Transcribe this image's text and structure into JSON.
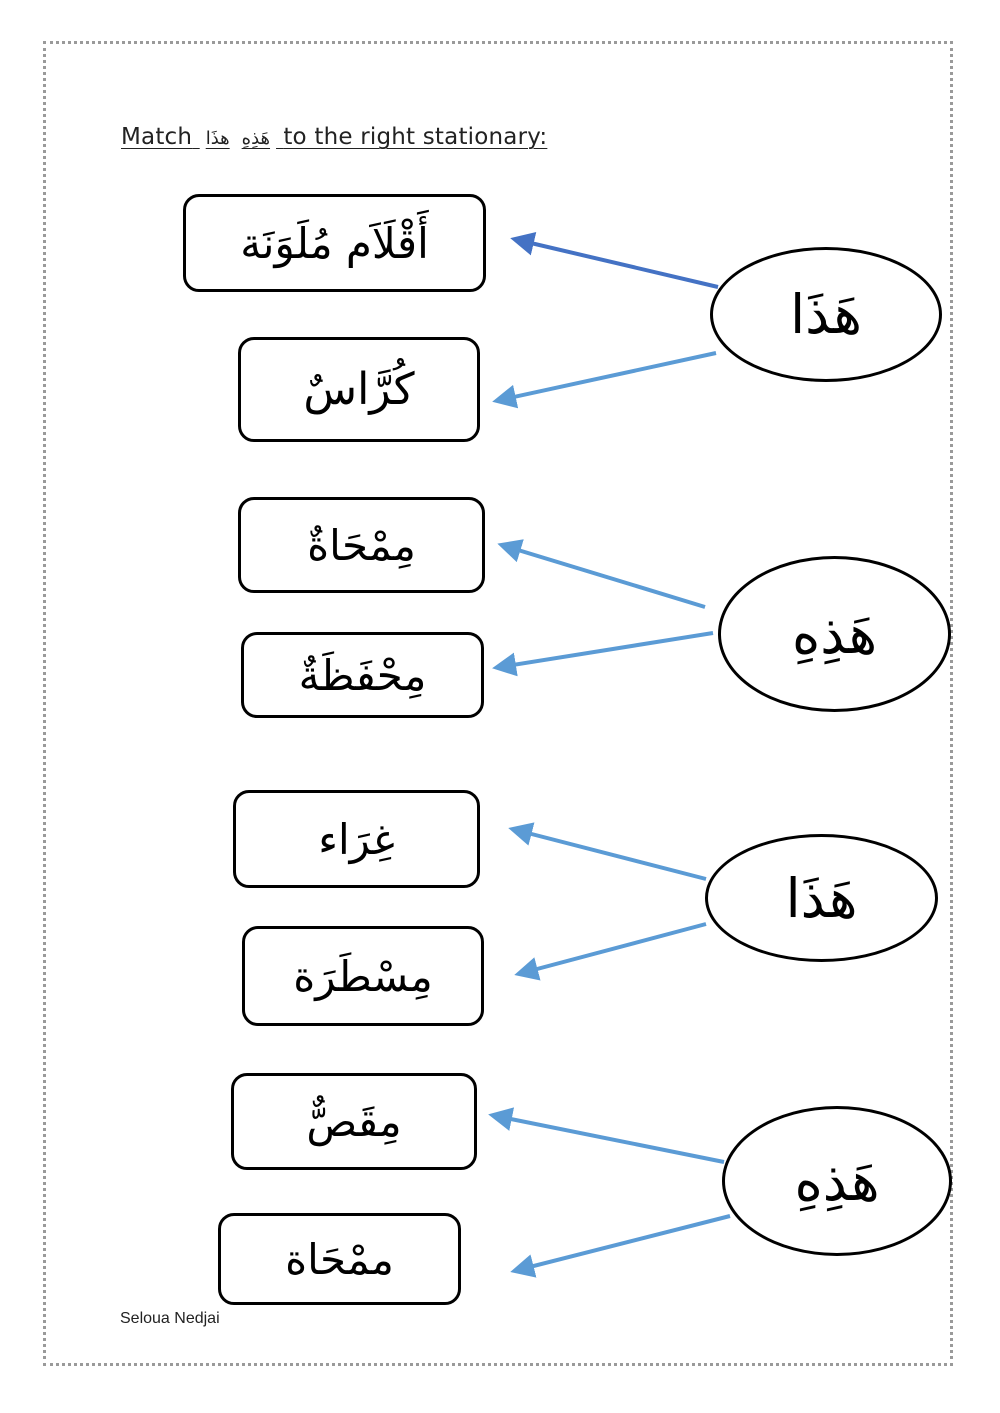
{
  "heading": {
    "prefix": "Match",
    "word1": "هذَا",
    "word2": "هَذِهِ",
    "suffix": "to the right stationary:"
  },
  "groups": [
    {
      "pointer": "هَذَا",
      "items": [
        "أَقْلَاَم مُلَوَنَة",
        "كُرَّاسٌ"
      ]
    },
    {
      "pointer": "هَذِهِ",
      "items": [
        "مِمْحَاةٌ",
        "مِحْفَظَةٌ"
      ]
    },
    {
      "pointer": "هَذَا",
      "items": [
        "غِرَاء",
        "مِسْطَرَة"
      ]
    },
    {
      "pointer": "هَذِهِ",
      "items": [
        "مِقَصٌّ",
        "ممْحَاة"
      ]
    }
  ],
  "author": "Seloua Nedjai",
  "colors": {
    "arrow": "#5b9bd5",
    "arrow_dark": "#4472c4",
    "border": "#000000"
  }
}
